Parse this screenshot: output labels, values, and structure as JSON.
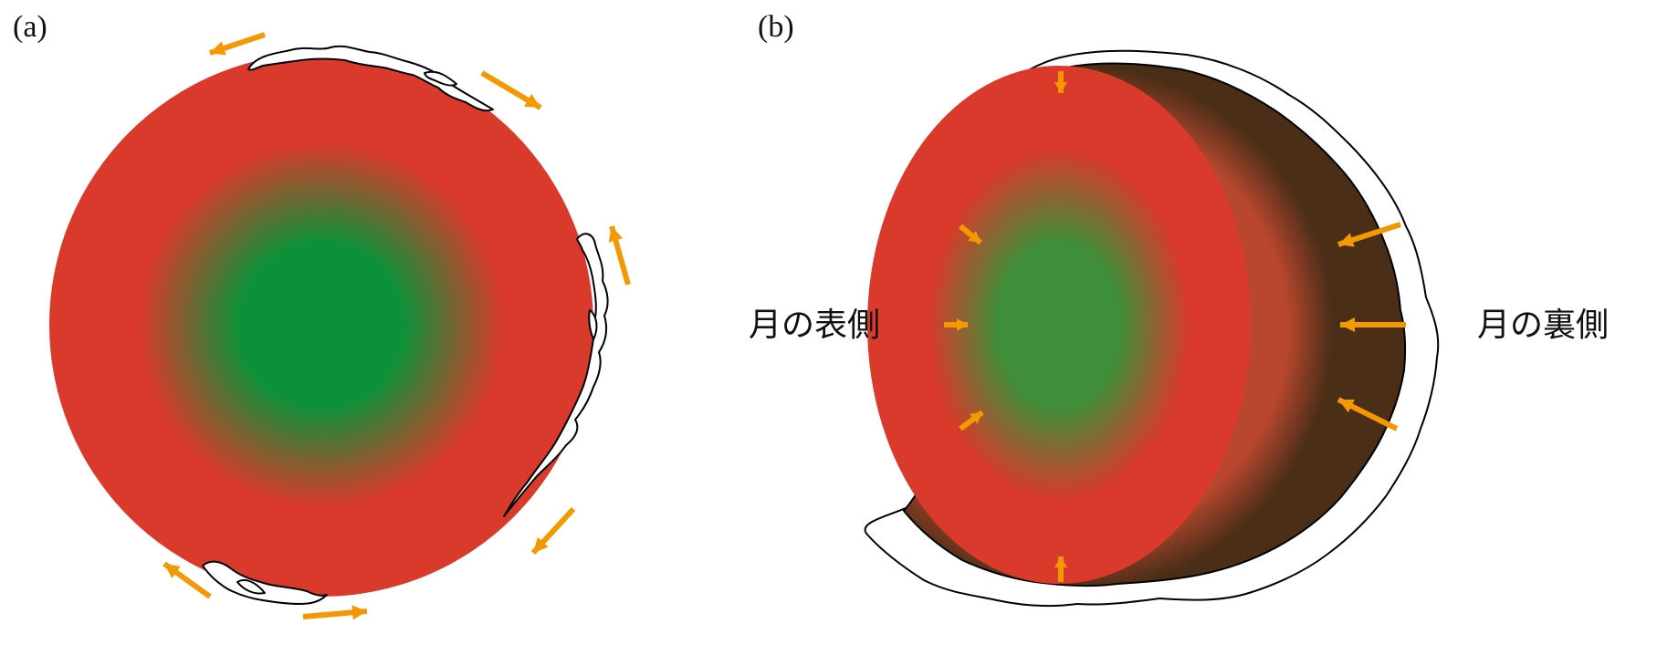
{
  "panels": {
    "a": {
      "label": "(a)"
    },
    "b": {
      "label": "(b)",
      "near_side_label": "月の表側",
      "far_side_label": "月の裏側"
    }
  },
  "colors": {
    "mantle": "#d93a2b",
    "core_a": "#0c9139",
    "core_b": "#3f8e39",
    "arrow": "#f39800",
    "crust_outer": "#4a2e17",
    "crust_inner": "#b9472f",
    "outline": "#000000"
  }
}
